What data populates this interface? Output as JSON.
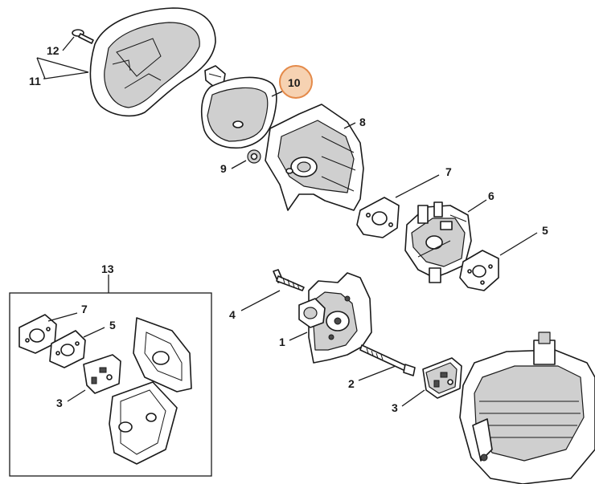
{
  "callouts": [
    {
      "id": "c1",
      "label": "1"
    },
    {
      "id": "c2",
      "label": "2"
    },
    {
      "id": "c3a",
      "label": "3"
    },
    {
      "id": "c3b",
      "label": "3"
    },
    {
      "id": "c4",
      "label": "4"
    },
    {
      "id": "c5a",
      "label": "5"
    },
    {
      "id": "c5b",
      "label": "5"
    },
    {
      "id": "c6",
      "label": "6"
    },
    {
      "id": "c7a",
      "label": "7"
    },
    {
      "id": "c7b",
      "label": "7"
    },
    {
      "id": "c8",
      "label": "8"
    },
    {
      "id": "c9",
      "label": "9"
    },
    {
      "id": "c10",
      "label": "10",
      "highlighted": true
    },
    {
      "id": "c11",
      "label": "11"
    },
    {
      "id": "c12",
      "label": "12"
    },
    {
      "id": "c13",
      "label": "13"
    }
  ],
  "colors": {
    "highlight_fill": "#f6d2b2",
    "highlight_stroke": "#e48a4a",
    "line": "#1a1a1a",
    "shade": "#cfcfcf"
  }
}
